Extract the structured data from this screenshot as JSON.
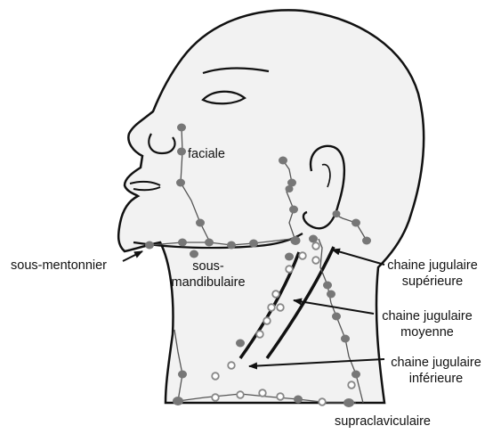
{
  "labels": {
    "faciale": "faciale",
    "sous_mentonnier": "sous-mentonnier",
    "sous_mandibulaire_1": "sous-",
    "sous_mandibulaire_2": "mandibulaire",
    "jug_sup_1": "chaine jugulaire",
    "jug_sup_2": "supérieure",
    "jug_moy_1": "chaine jugulaire",
    "jug_moy_2": "moyenne",
    "jug_inf_1": "chaine jugulaire",
    "jug_inf_2": "inférieure",
    "supraclaviculaire": "supraclaviculaire"
  },
  "colors": {
    "outline": "#111111",
    "head_fill": "#f2f2f2",
    "node_fill": "#777777",
    "open_node_stroke": "#888888",
    "vessel": "#555555"
  }
}
